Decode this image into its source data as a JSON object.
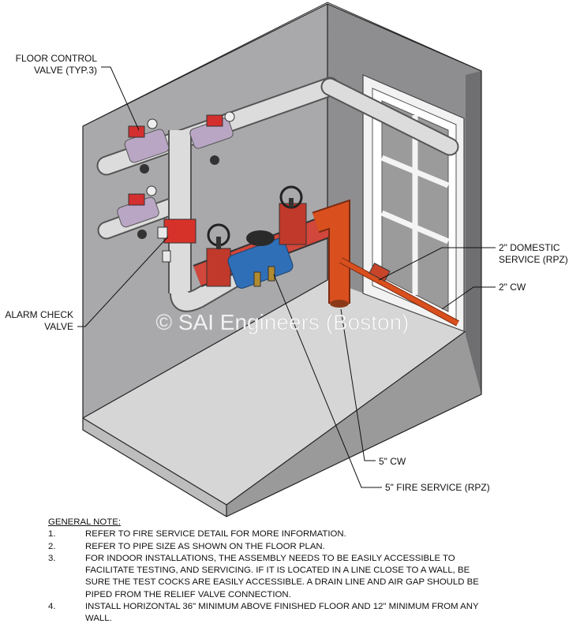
{
  "labels": {
    "floor_control_valve_line1": "FLOOR CONTROL",
    "floor_control_valve_line2": "VALVE (TYP.3)",
    "alarm_check_valve_line1": "ALARM CHECK",
    "alarm_check_valve_line2": "VALVE",
    "domestic_service_line1": "2\" DOMESTIC",
    "domestic_service_line2": "SERVICE (RPZ)",
    "cw_2in": "2\" CW",
    "cw_5in": "5\" CW",
    "fire_service_5in": "5\" FIRE SERVICE (RPZ)"
  },
  "watermark": "© SAI Engineers (Boston)",
  "notes": {
    "heading": "GENERAL NOTE:",
    "items": [
      {
        "num": "1.",
        "text": "REFER TO FIRE SERVICE DETAIL FOR MORE INFORMATION."
      },
      {
        "num": "2.",
        "text": "REFER TO PIPE SIZE AS SHOWN ON THE FLOOR PLAN."
      },
      {
        "num": "3.",
        "text": "FOR INDOOR INSTALLATIONS, THE ASSEMBLY NEEDS TO BE EASILY ACCESSIBLE TO FACILITATE TESTING, AND SERVICING. IF IT IS LOCATED IN A LINE CLOSE TO A WALL, BE SURE THE TEST COCKS ARE EASILY ACCESSIBLE. A DRAIN LINE AND AIR GAP SHOULD BE PIPED FROM THE RELIEF VALVE CONNECTION."
      },
      {
        "num": "4.",
        "text": "INSTALL HORIZONTAL 36\" MINIMUM ABOVE FINISHED FLOOR AND 12\" MINIMUM FROM ANY WALL."
      }
    ]
  },
  "colors": {
    "wall_left": "#a9a9ab",
    "wall_right": "#8e8e90",
    "floor": "#d6d6d6",
    "pipe_grey": "#dcdcdc",
    "pipe_red": "#c0392b",
    "pipe_orange": "#d9501e",
    "valve_blue": "#2f6fb7",
    "pipe_purple": "#b9a6c4"
  }
}
